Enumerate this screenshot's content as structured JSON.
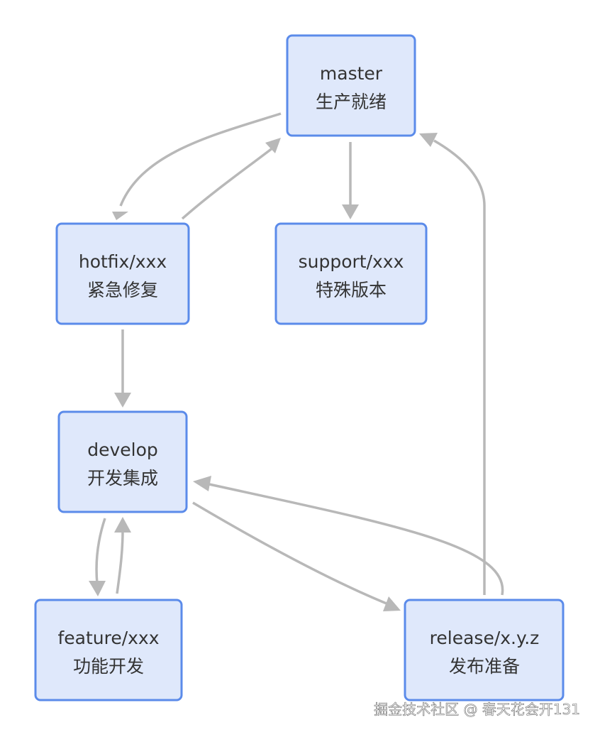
{
  "nodes": {
    "master": {
      "title": "master",
      "subtitle": "生产就绪"
    },
    "hotfix": {
      "title": "hotfix/xxx",
      "subtitle": "紧急修复"
    },
    "support": {
      "title": "support/xxx",
      "subtitle": "特殊版本"
    },
    "develop": {
      "title": "develop",
      "subtitle": "开发集成"
    },
    "feature": {
      "title": "feature/xxx",
      "subtitle": "功能开发"
    },
    "release": {
      "title": "release/x.y.z",
      "subtitle": "发布准备"
    }
  },
  "edges": [
    {
      "from": "master",
      "to": "hotfix"
    },
    {
      "from": "hotfix",
      "to": "master"
    },
    {
      "from": "master",
      "to": "support"
    },
    {
      "from": "hotfix",
      "to": "develop"
    },
    {
      "from": "develop",
      "to": "feature"
    },
    {
      "from": "feature",
      "to": "develop"
    },
    {
      "from": "develop",
      "to": "release"
    },
    {
      "from": "release",
      "to": "develop"
    },
    {
      "from": "release",
      "to": "master"
    }
  ],
  "colors": {
    "node_fill": "#dfe8fb",
    "node_border": "#5b8bea",
    "edge": "#b8b8b8",
    "text": "#333333"
  },
  "footer": {
    "credit": "掘金技术社区 @ 春天花会开131"
  }
}
